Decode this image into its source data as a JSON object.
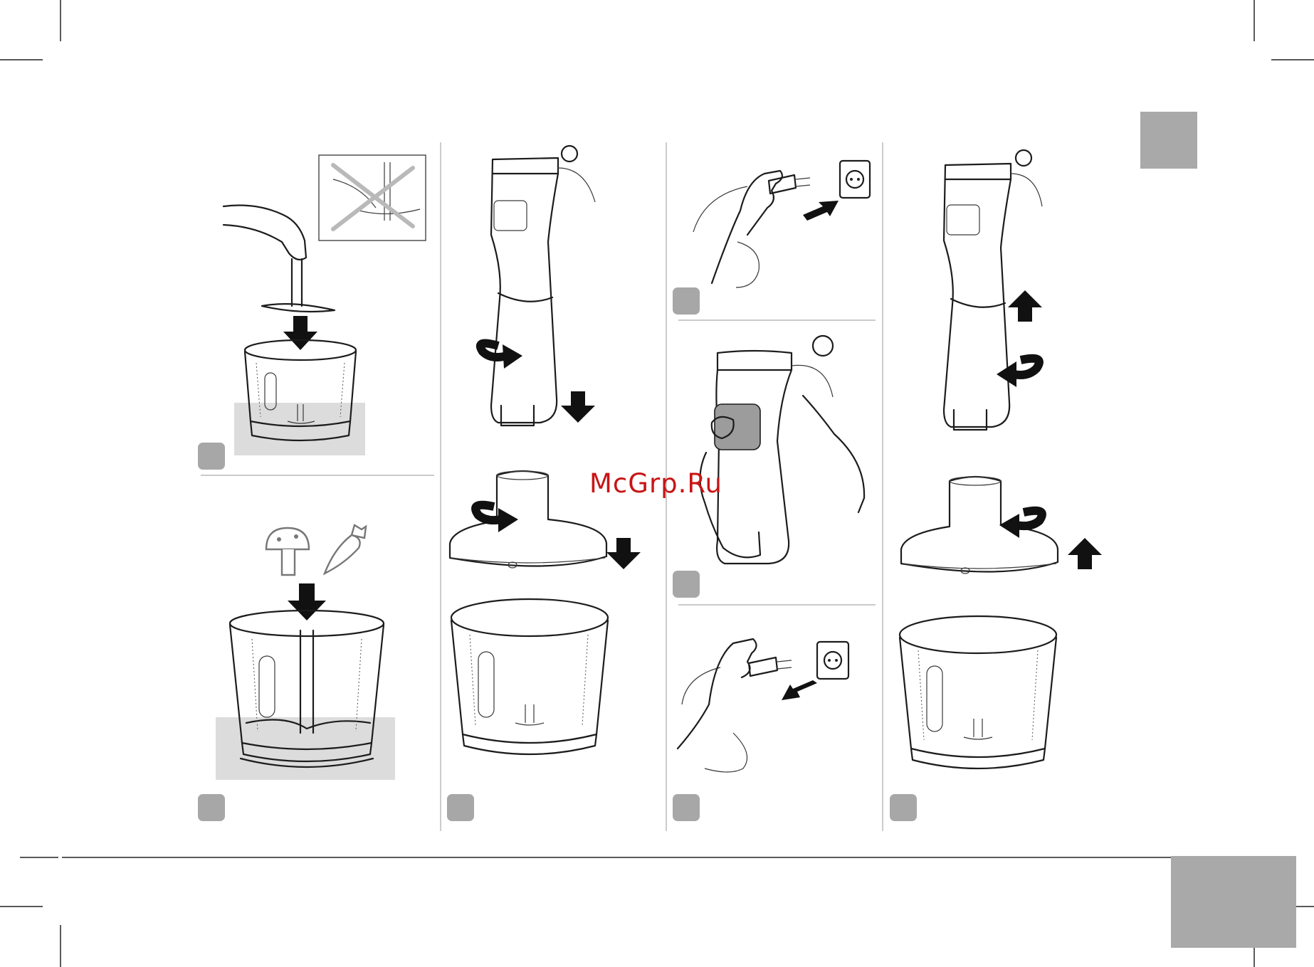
{
  "watermark": "McGrp.Ru",
  "colors": {
    "badge": "#a7a7a7",
    "tab": "#a9a9a9",
    "watermark": "#c81515",
    "pad": "#dcdcdc"
  },
  "steps": [
    {
      "panel": "insert-blade",
      "badge": ""
    },
    {
      "panel": "add-food",
      "badge": ""
    },
    {
      "panel": "attach-motor",
      "badge": ""
    },
    {
      "panel": "plug-in",
      "badge": ""
    },
    {
      "panel": "hold-and-run",
      "badge": ""
    },
    {
      "panel": "unplug",
      "badge": ""
    },
    {
      "panel": "detach-motor",
      "badge": ""
    }
  ],
  "icons": [
    "mushroom-icon",
    "carrot-icon",
    "rotate-clockwise-icon",
    "rotate-counterclockwise-icon",
    "arrow-down-icon",
    "arrow-up-icon",
    "arrow-right-icon",
    "wall-socket-icon",
    "plug-icon",
    "crossed-out-icon"
  ]
}
